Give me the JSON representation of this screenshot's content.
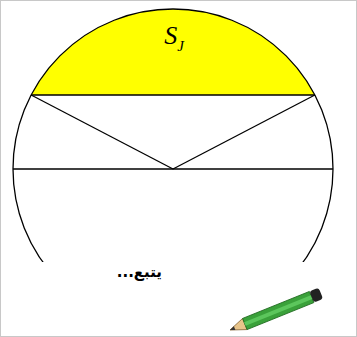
{
  "diagram": {
    "nodes": [
      {
        "text": [
          "S",
          "J"
        ]
      }
    ],
    "labels": [
      "يتبع..."
    ]
  }
}
